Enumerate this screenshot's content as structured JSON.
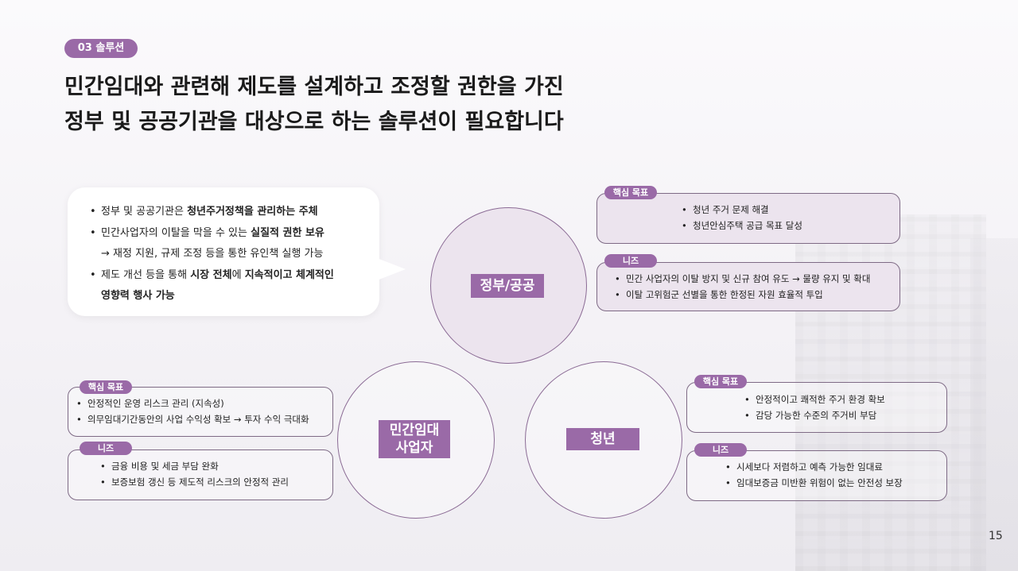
{
  "section_tag": "03 솔루션",
  "title": {
    "line1": "민간임대와 관련해 제도를 설계하고 조정할 권한을 가진",
    "line2": "정부 및 공공기관을 대상으로 하는 솔루션이 필요합니다"
  },
  "bubble": {
    "item1": {
      "pre": "정부 및 공공기관은 ",
      "bold": "청년주거정책을 관리하는 주체"
    },
    "item2": {
      "pre": "민간사업자의 이탈을 막을 수 있는 ",
      "bold": "실질적 권한 보유"
    },
    "item2_sub": "→ 재정 지원, 규제 조정 등을 통한 유인책 실행 가능",
    "item3": {
      "pre": "제도 개선 등을 통해 ",
      "bold1": "시장 전체",
      "mid": "에 ",
      "bold2": "지속적이고 체계적인",
      "bold3": "영향력 행사 가능"
    }
  },
  "circles": {
    "gov": "정부/공공",
    "priv_line1": "민간임대",
    "priv_line2": "사업자",
    "youth": "청년"
  },
  "gov": {
    "goal_label": "핵심 목표",
    "goals": [
      "청년 주거 문제 해결",
      "청년안심주택 공급 목표 달성"
    ],
    "needs_label": "니즈",
    "needs": [
      "민간 사업자의 이탈 방지 및 신규 참여 유도 → 물량 유지 및 확대",
      "이탈 고위험군 선별을 통한 한정된 자원 효율적 투입"
    ]
  },
  "priv": {
    "goal_label": "핵심 목표",
    "goals": [
      "안정적인 운영 리스크 관리 (지속성)",
      "의무임대기간동안의 사업 수익성 확보 → 투자 수익 극대화"
    ],
    "needs_label": "니즈",
    "needs": [
      "금융 비용 및 세금 부담 완화",
      "보증보험 갱신 등 제도적 리스크의 안정적 관리"
    ]
  },
  "youth": {
    "goal_label": "핵심 목표",
    "goals": [
      "안정적이고 쾌적한 주거 환경 확보",
      "감당 가능한 수준의 주거비 부담"
    ],
    "needs_label": "니즈",
    "needs": [
      "시세보다 저렴하고 예측 가능한 임대료",
      "임대보증금 미반환 위험이 없는 안전성 보장"
    ]
  },
  "page_number": "15"
}
